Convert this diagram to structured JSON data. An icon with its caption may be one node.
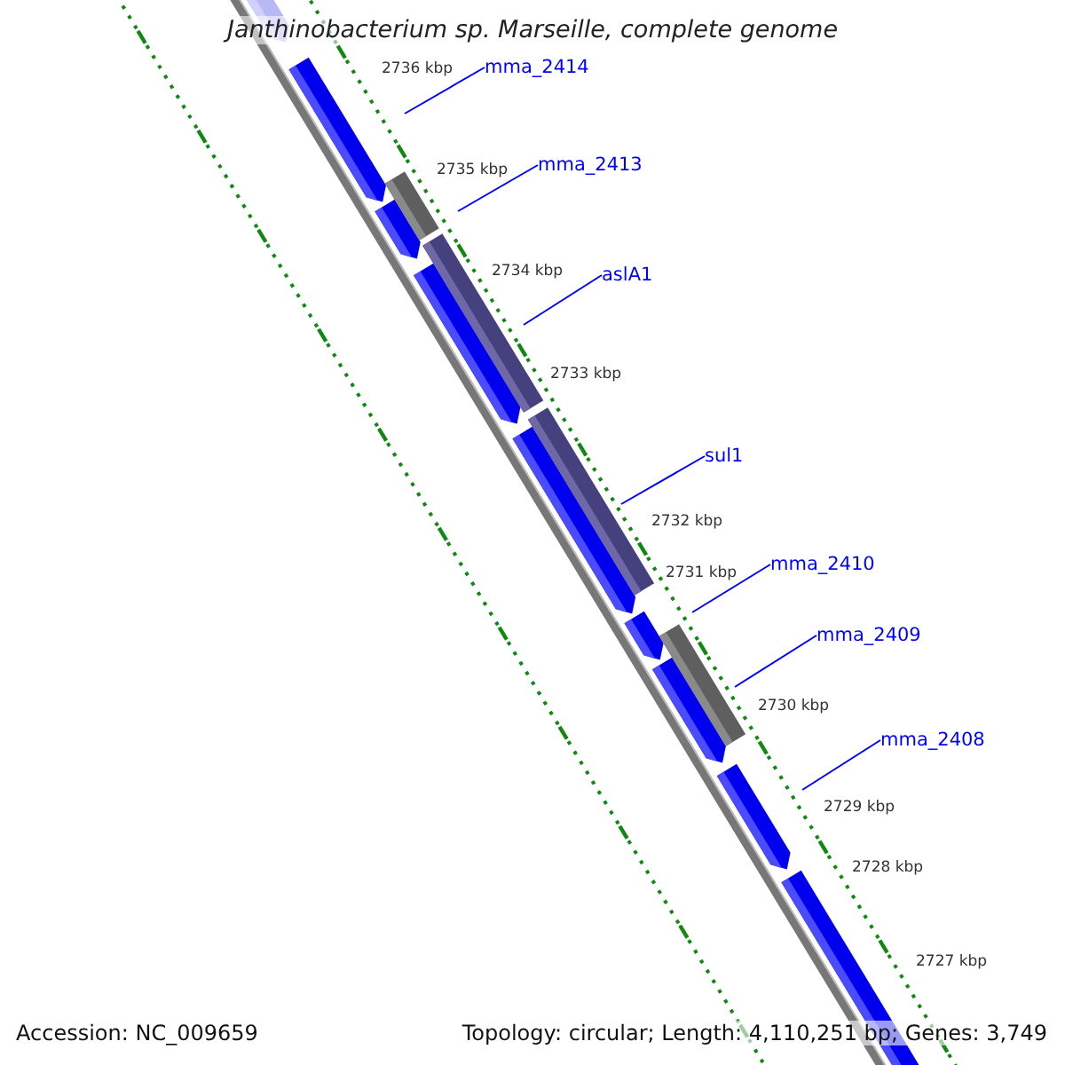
{
  "diagram": {
    "title": "Janthinobacterium sp. Marseille, complete genome",
    "nodes": [
      {
        "text": [
          "mma_2414"
        ]
      },
      {
        "text": [
          "mma_2413"
        ]
      },
      {
        "text": [
          "aslA1"
        ]
      },
      {
        "text": [
          "sul1"
        ]
      },
      {
        "text": [
          "mma_2410"
        ]
      },
      {
        "text": [
          "mma_2409"
        ]
      },
      {
        "text": [
          "mma_2408"
        ]
      }
    ],
    "edges": [
      {
        "from": 0,
        "to": null,
        "arrow": "none"
      },
      {
        "from": 1,
        "to": null,
        "arrow": "none"
      },
      {
        "from": 2,
        "to": null,
        "arrow": "none"
      },
      {
        "from": 3,
        "to": null,
        "arrow": "none"
      },
      {
        "from": 4,
        "to": null,
        "arrow": "none"
      },
      {
        "from": 5,
        "to": null,
        "arrow": "none"
      },
      {
        "from": 6,
        "to": null,
        "arrow": "none"
      }
    ],
    "labels": [
      "2736 kbp",
      "2735 kbp",
      "2734 kbp",
      "2733 kbp",
      "2732 kbp",
      "2731 kbp",
      "2730 kbp",
      "2729 kbp",
      "2728 kbp",
      "2727 kbp",
      "Accession: NC_009659",
      "Topology: circular; Length: 4,110,251 bp; Genes: 3,749"
    ]
  }
}
